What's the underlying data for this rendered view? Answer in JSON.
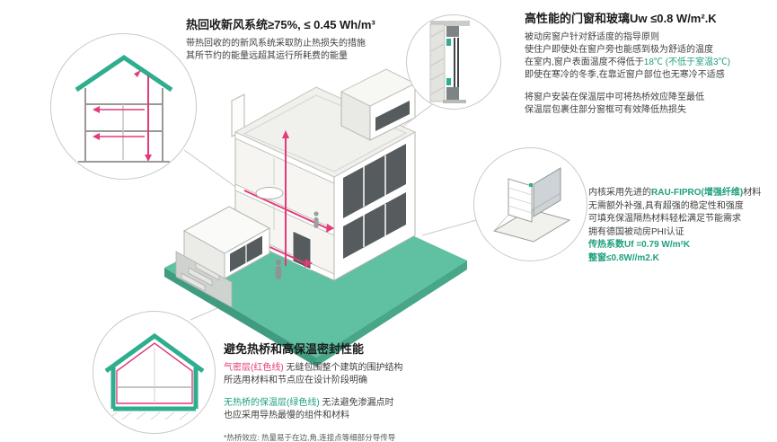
{
  "colors": {
    "teal_accent": "#1fa07e",
    "pink_accent": "#e23a7a",
    "platform_teal": "#5fc0a2",
    "dark_glass": "#565b5e"
  },
  "heat_recovery": {
    "title": "热回收新风系统≥75%, ≤ 0.45 Wh/m³",
    "body1": "带热回收的的新风系统采取防止热损失的措施",
    "body2": "其所节约的能量远超其运行所耗费的能量"
  },
  "windows": {
    "title": "高性能的门窗和玻璃Uw ≤0.8 W/m².K",
    "l1": "被动房窗户针对舒适度的指导原则",
    "l2": "使住户即使处在窗户旁也能感到极为舒适的温度",
    "l3a": "在室内,窗户表面温度不得低于",
    "l3b": "18℃ (不低于室温3℃)",
    "l4": "即使在寒冷的冬季,在靠近窗户部位也无寒冷不适感",
    "l5": "将窗户安装在保温层中可将热桥效应降至最低",
    "l6": "保温层包裹住部分窗框可有效降低热损失"
  },
  "frame_profile": {
    "l1a": "内核采用先进的",
    "l1b": "RAU-FIPRO(增强纤维)",
    "l1c": "材料",
    "l2": "无需额外补强,具有超强的稳定性和强度",
    "l3": "可填充保温隔热材料轻松满足节能需求",
    "l4": "拥有德国被动房PHI认证",
    "l5": "传热系数Uf =0.79 W/m²K",
    "l6": "整窗≤0.8W//m2.K"
  },
  "thermal": {
    "title": "避免热桥和高保温密封性能",
    "p1a": "气密层(红色线)",
    "p1b": " 无缝包围整个建筑的围护结构",
    "p1c": "所选用材料和节点应在设计阶段明确",
    "p2a": "无热桥的保温层(绿色线)",
    "p2b": " 无法避免渗漏点时",
    "p2c": "也应采用导热最慢的组件和材料",
    "footnote": "*热桥效应: 热量易于在边,角,连接点等细部分导传导"
  }
}
